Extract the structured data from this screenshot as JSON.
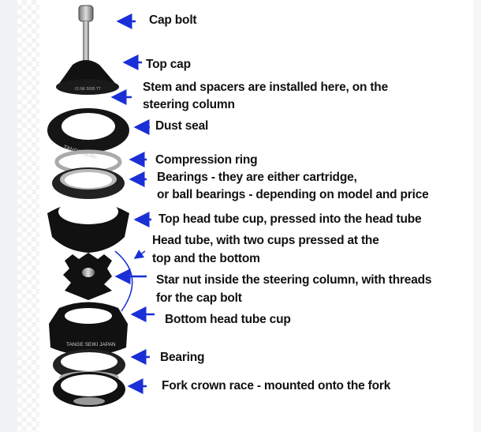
{
  "title": "Bicycle headset exploded view",
  "labels": {
    "cap_bolt": "Cap bolt",
    "top_cap": "Top cap",
    "stem_line1": "Stem and spacers are installed here, on the",
    "stem_line2": "steering column",
    "dust_seal": "Dust seal",
    "compression_ring": "Compression ring",
    "bearings_line1": "Bearings - they are either cartridge,",
    "bearings_line2": "or ball bearings - depending on model and price",
    "top_cup": "Top head tube cup, pressed into the head tube",
    "head_tube_line1": "Head tube, with two cups pressed at the",
    "head_tube_line2": "top and the bottom",
    "star_nut_line1": "Star nut inside the steering column, with threads",
    "star_nut_line2": "for the cap bolt",
    "bottom_cup": "Bottom head tube cup",
    "bearing": "Bearing",
    "crown_race": "Fork crown race - mounted onto the fork"
  },
  "imprints": {
    "dust_seal_brand": "TANGE SEIKI",
    "bottom_cup_brand": "TANGE SEIKI JAPAN"
  },
  "colors": {
    "arrow": "#1a2fd6",
    "part": "#111111",
    "metal": "#b8b8b8"
  }
}
